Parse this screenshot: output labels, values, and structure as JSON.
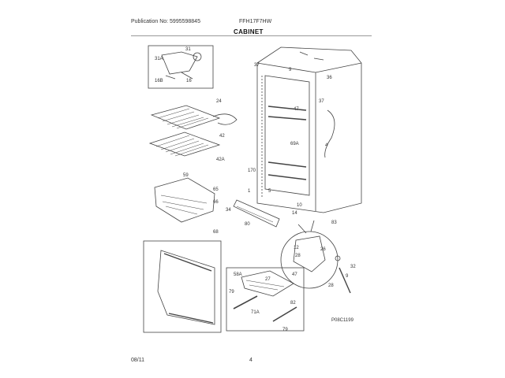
{
  "header": {
    "publication": "Publication No: 5995598845",
    "model": "FFH17F7HW",
    "title": "CABINET"
  },
  "footer": {
    "date": "08/11",
    "page": "4"
  },
  "figure_id": "P08C1199",
  "callouts": {
    "c31": "31",
    "c31a": "31A",
    "c16b": "16B",
    "c16": "16",
    "c37a": "37",
    "c9a": "9",
    "c36": "36",
    "c47": "47",
    "c37b": "37",
    "c24": "24",
    "c42": "42",
    "c42a": "42A",
    "c69a": "69A",
    "c4": "4",
    "c170": "170",
    "c5": "5",
    "c1": "1",
    "c59": "59",
    "c65": "65",
    "c66": "66",
    "c68": "68",
    "c10": "10",
    "c14": "14",
    "c83": "83",
    "c80": "80",
    "c12": "12",
    "c28a": "28",
    "c26": "26",
    "c32": "32",
    "c47b": "47",
    "c9b": "9",
    "c28b": "28",
    "c58a": "58A",
    "c79a": "79",
    "c71a": "71A",
    "c82": "82",
    "c79b": "79",
    "c27": "27",
    "c34": "34"
  }
}
